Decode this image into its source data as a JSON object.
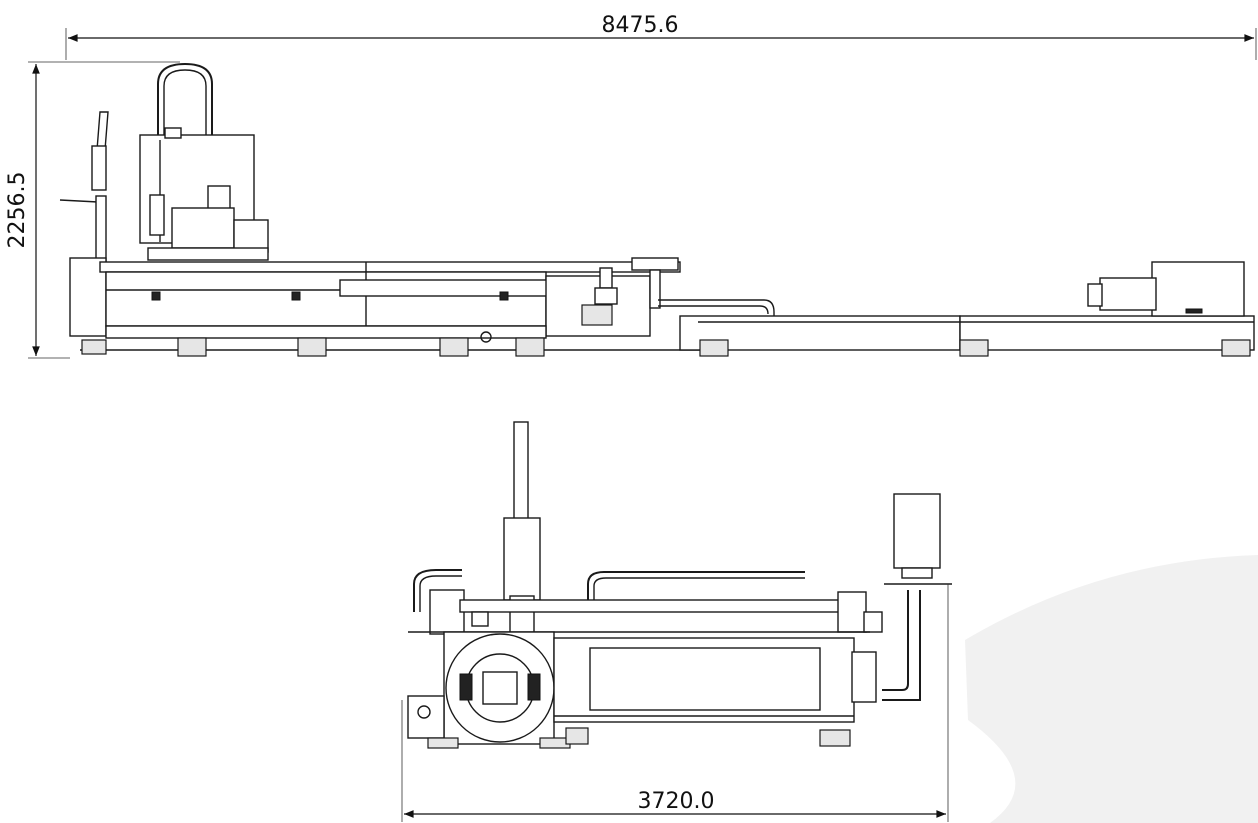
{
  "dimensions": {
    "side_view_length": "8475.6",
    "side_view_height": "2256.5",
    "front_view_width": "3720.0"
  }
}
